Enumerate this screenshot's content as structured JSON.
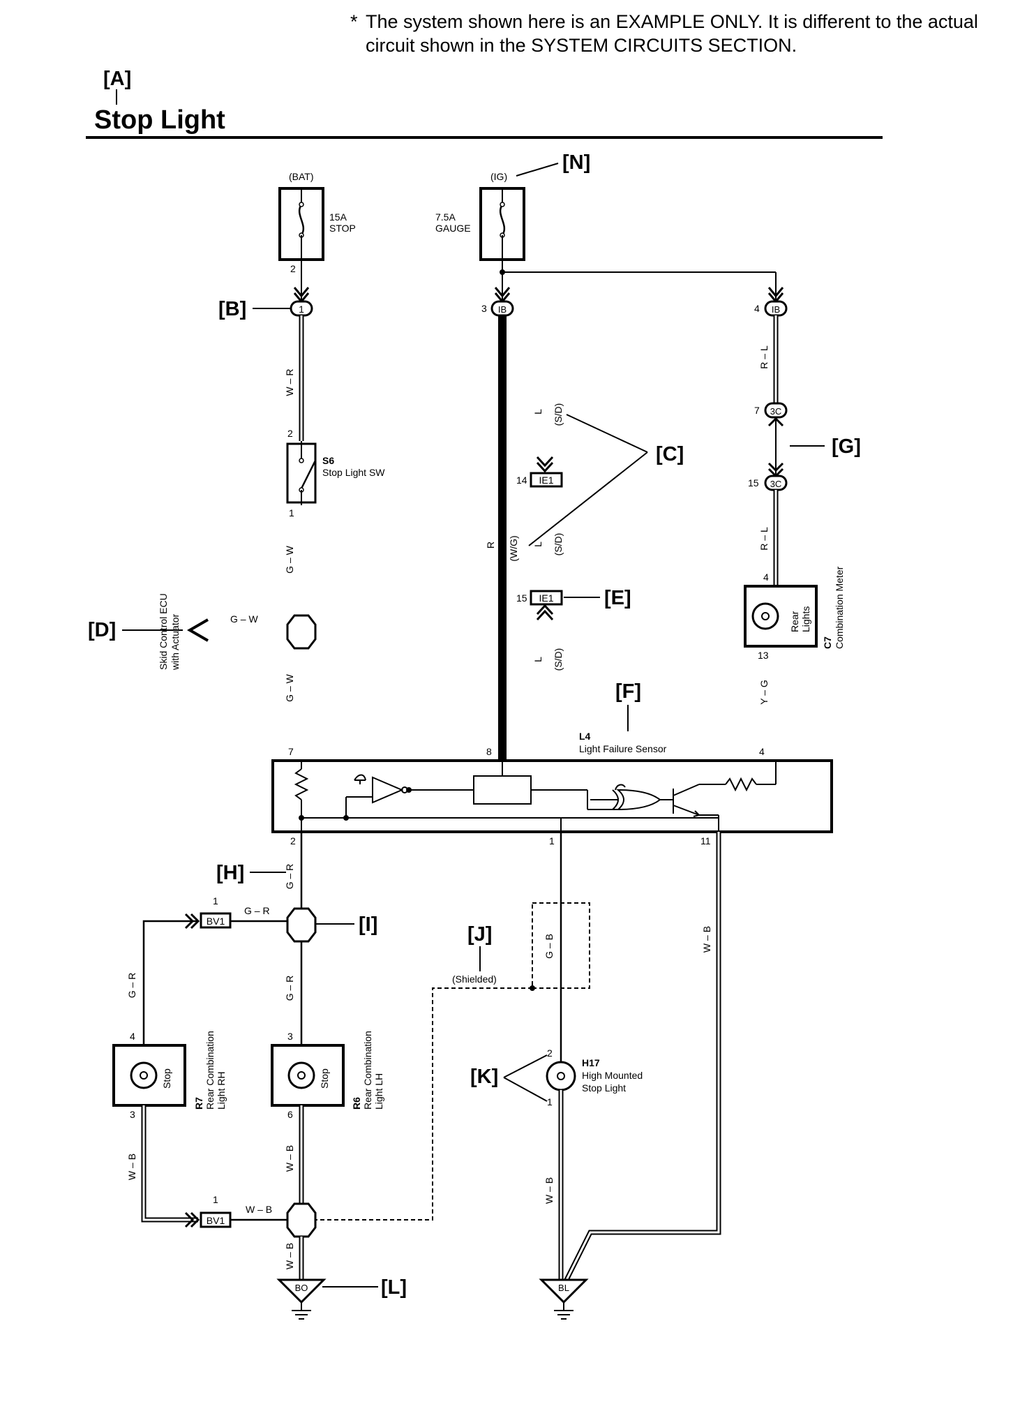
{
  "note": {
    "star": "*",
    "line1": "The system shown here is an EXAMPLE ONLY. It is different to the actual",
    "line2": "circuit shown in the SYSTEM CIRCUITS SECTION."
  },
  "title": "Stop Light",
  "callouts": {
    "A": "[A]",
    "B": "[B]",
    "C": "[C]",
    "D": "[D]",
    "E": "[E]",
    "F": "[F]",
    "G": "[G]",
    "H": "[H]",
    "I": "[I]",
    "J": "[J]",
    "K": "[K]",
    "L": "[L]",
    "N": "[N]"
  },
  "power": {
    "bat": "(BAT)",
    "ig": "(IG)"
  },
  "fuses": [
    {
      "amp": "15A",
      "name": "STOP",
      "pin": "2"
    },
    {
      "amp": "7.5A",
      "name": "GAUGE"
    }
  ],
  "connectors": {
    "b_pin1": "1",
    "ib_code": "IB",
    "ib_pin_a": "3",
    "ib_pin_b": "4",
    "c3_code": "3C",
    "c3_pin_a": "7",
    "c3_pin_b": "15",
    "ie1_code": "IE1",
    "ie1_pin_a": "14",
    "ie1_pin_b": "15",
    "bv1_code": "BV1",
    "bv1_pin": "1",
    "ground_bo": "BO",
    "ground_bl": "BL"
  },
  "wires": {
    "w_r": "W – R",
    "g_w": "G – W",
    "r_l": "R – L",
    "y_g": "Y – G",
    "r": "R",
    "l": "L",
    "sd": "(S/D)",
    "wg": "(W/G)",
    "g_r": "G – R",
    "w_b": "W – B",
    "g_b": "G – B",
    "shielded": "(Shielded)"
  },
  "components": {
    "s6": {
      "code": "S6",
      "name": "Stop Light SW",
      "pin_top": "2",
      "pin_bottom": "1"
    },
    "ecu": {
      "line1": "Skid Control ECU",
      "line2": "with Actuator"
    },
    "c7": {
      "code": "C7",
      "name": "Combination Meter",
      "bulb": "Rear",
      "bulb2": "Lights",
      "pin_top": "4",
      "pin_bottom": "13"
    },
    "l4": {
      "code": "L4",
      "name": "Light Failure Sensor",
      "pin7": "7",
      "pin8": "8",
      "pin4": "4",
      "pin2": "2",
      "pin1": "1",
      "pin11": "11"
    },
    "r7": {
      "code": "R7",
      "line1": "Rear Combination",
      "line2": "Light RH",
      "bulb": "Stop",
      "pin_top": "4",
      "pin_bottom": "3"
    },
    "r6": {
      "code": "R6",
      "line1": "Rear Combination",
      "line2": "Light LH",
      "bulb": "Stop",
      "pin_top": "3",
      "pin_bottom": "6"
    },
    "h17": {
      "code": "H17",
      "line1": "High Mounted",
      "line2": "Stop Light",
      "pin_top": "2",
      "pin_bottom": "1"
    }
  }
}
